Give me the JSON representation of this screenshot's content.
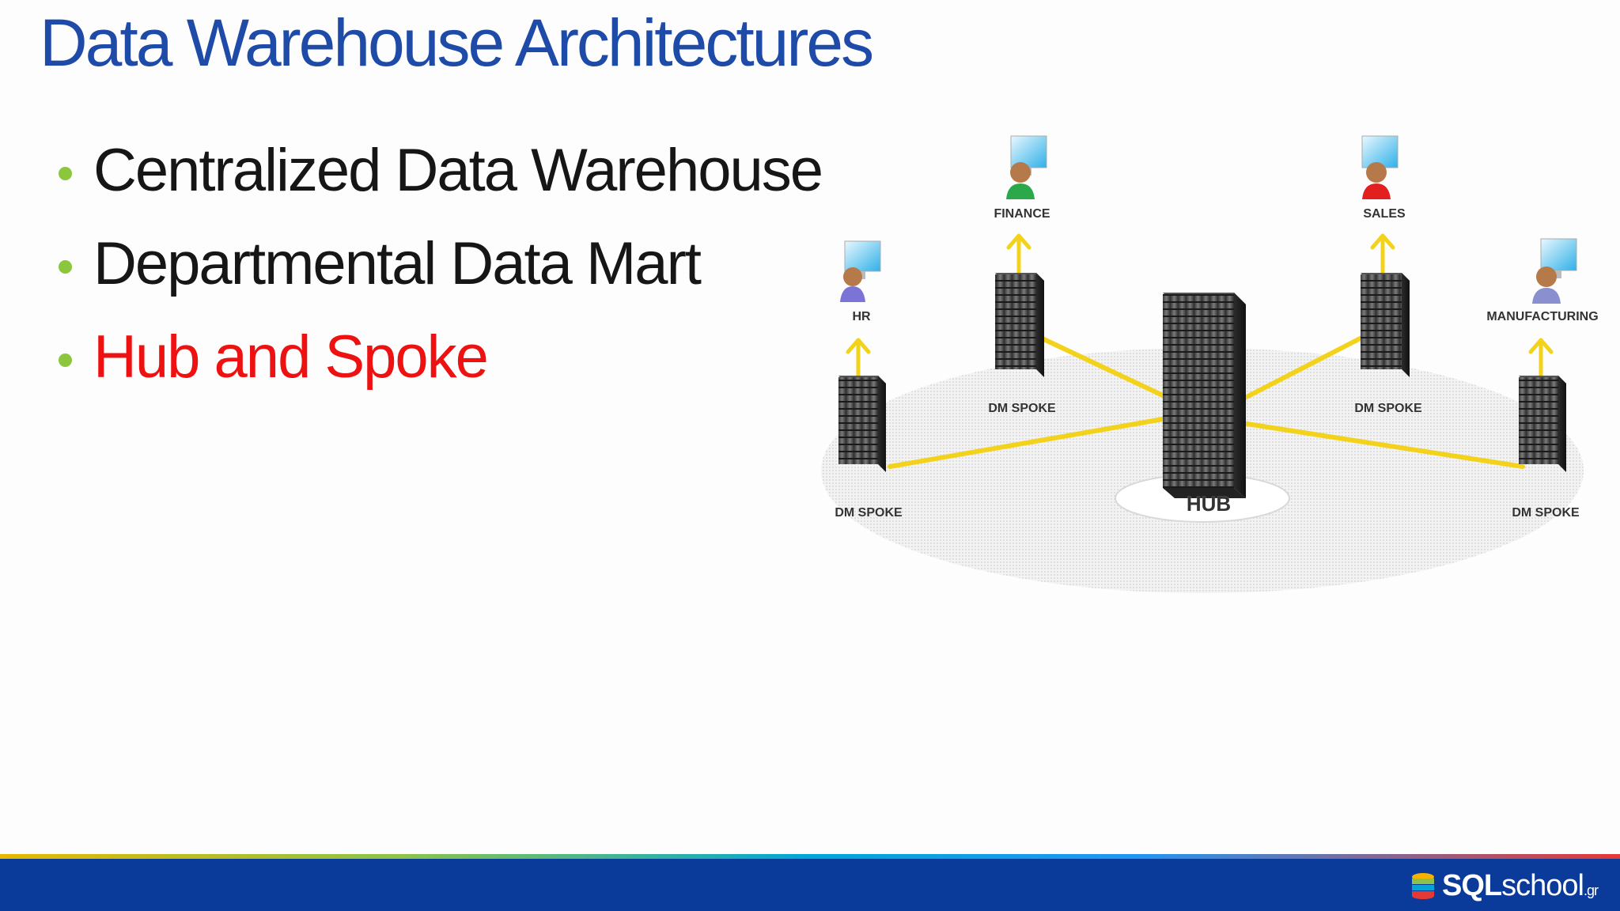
{
  "slide": {
    "title": "Data Warehouse Architectures",
    "bullets": [
      {
        "text": "Centralized Data Warehouse",
        "active": false
      },
      {
        "text": "Departmental Data Mart",
        "active": false
      },
      {
        "text": "Hub and Spoke",
        "active": true
      }
    ],
    "bullet_color": "#8cc63f",
    "active_color": "#ee1111",
    "title_color": "#1e4aa8"
  },
  "diagram": {
    "hub_label": "HUB",
    "spoke_label": "DM SPOKE",
    "departments": [
      "HR",
      "FINANCE",
      "SALES",
      "MANUFACTURING"
    ],
    "connector_color": "#f2d21b"
  },
  "footer": {
    "bar_color": "#0a3a9a",
    "logo_sql": "SQL",
    "logo_school": "school",
    "logo_suffix": ".gr"
  }
}
